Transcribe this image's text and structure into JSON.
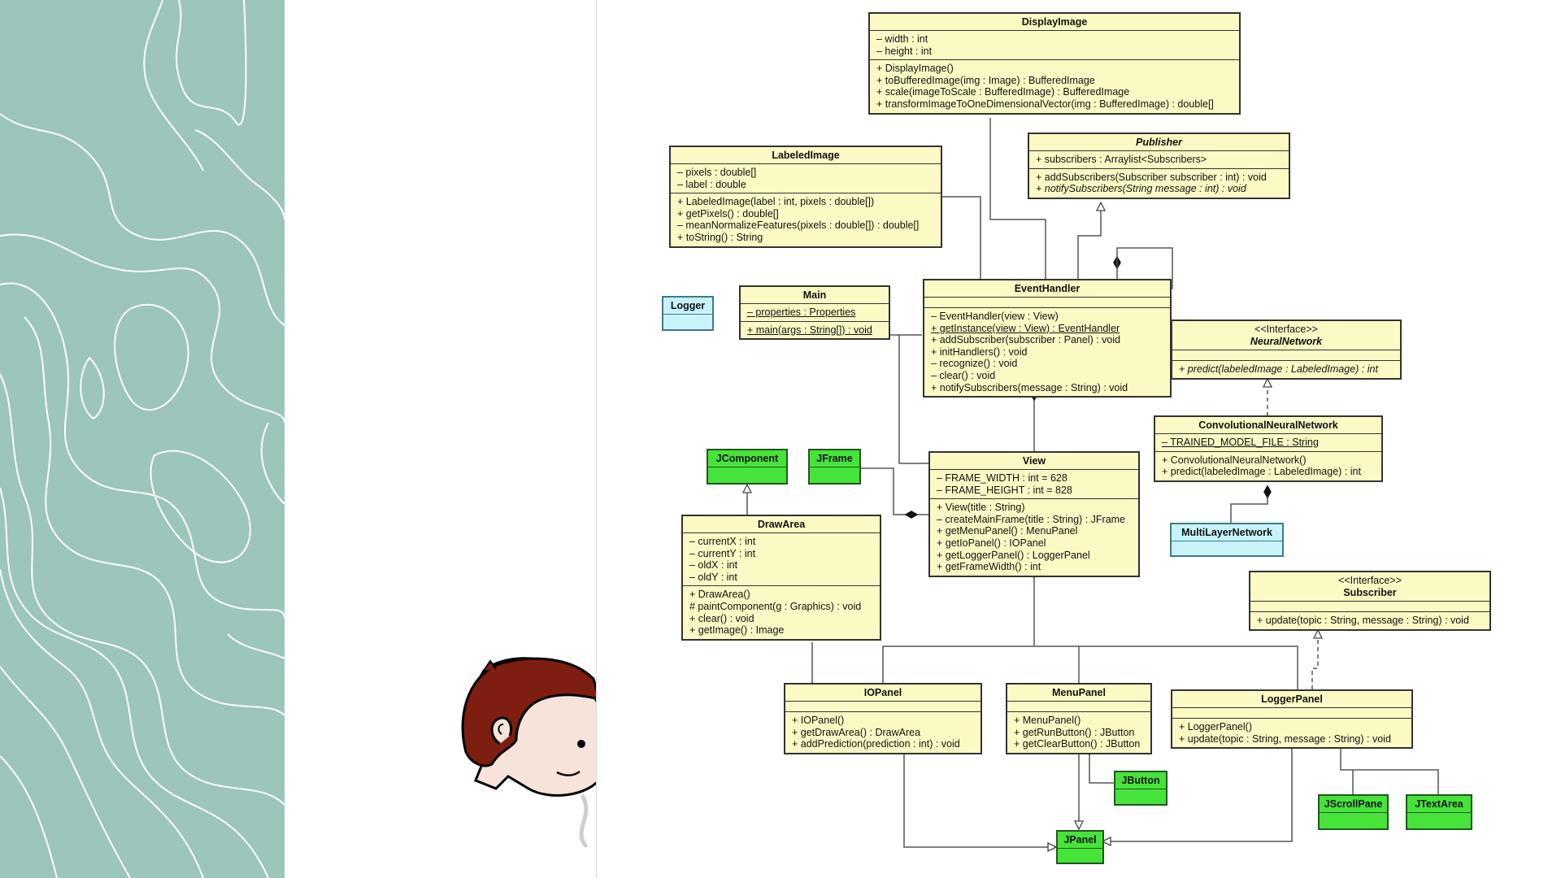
{
  "palette": {
    "class_fill": "#fcfac4",
    "external_fill": "#46e43a",
    "logger_fill": "#c9f3fb",
    "side_panel": "#9cc5bb"
  },
  "classes": {
    "displayimage": {
      "name": "DisplayImage",
      "fields": [
        "– width : int",
        "– height : int"
      ],
      "methods": [
        "+ DisplayImage()",
        "+ toBufferedImage(img : Image) : BufferedImage",
        "+ scale(imageToScale : BufferedImage) : BufferedImage",
        "+ transformImageToOneDimensionalVector(img : BufferedImage) : double[]"
      ]
    },
    "labeledimage": {
      "name": "LabeledImage",
      "fields": [
        "– pixels : double[]",
        "– label : double"
      ],
      "methods": [
        "+ LabeledImage(label : int, pixels : double[])",
        "+ getPixels() : double[]",
        "– meanNormalizeFeatures(pixels : double[]) : double[]",
        "+ toString() : String"
      ]
    },
    "publisher": {
      "name": "Publisher",
      "fields": [
        "+ subscribers : Arraylist<Subscribers>"
      ],
      "methods": [
        "+ addSubscribers(Subscriber subscriber : int) : void",
        "+ notifySubscribers(String message : int) : void"
      ]
    },
    "logger": {
      "name": "Logger"
    },
    "main": {
      "name": "Main",
      "fields": [
        "– properties : Properties"
      ],
      "methods": [
        "+ main(args : String[]) : void"
      ]
    },
    "eventhandler": {
      "name": "EventHandler",
      "methods": [
        "– EventHandler(view : View)",
        "+ getInstance(view : View) : EventHandler",
        "+ addSubscriber(subscriber : Panel) : void",
        "+ initHandlers() : void",
        "– recognize() : void",
        "– clear() : void",
        "+ notifySubscribers(message : String) : void"
      ]
    },
    "neuralnetwork": {
      "stereotype": "<<Interface>>",
      "name": "NeuralNetwork",
      "methods": [
        "+ predict(labeledImage : LabeledImage) : int"
      ]
    },
    "cnn": {
      "name": "ConvolutionalNeuralNetwork",
      "fields": [
        "– TRAINED_MODEL_FILE : String"
      ],
      "methods": [
        "+ ConvolutionalNeuralNetwork()",
        "+ predict(labeledImage : LabeledImage) : int"
      ]
    },
    "jcomponent": {
      "name": "JComponent"
    },
    "jframe": {
      "name": "JFrame"
    },
    "view": {
      "name": "View",
      "fields": [
        "– FRAME_WIDTH : int = 628",
        "– FRAME_HEIGHT : int = 828"
      ],
      "methods": [
        "+ View(title : String)",
        "– createMainFrame(title : String) : JFrame",
        "+ getMenuPanel() : MenuPanel",
        "+ getIoPanel() : IOPanel",
        "+ getLoggerPanel() : LoggerPanel",
        "+ getFrameWidth() : int"
      ]
    },
    "drawarea": {
      "name": "DrawArea",
      "fields": [
        "– currentX : int",
        "– currentY : int",
        "– oldX : int",
        "– oldY : int"
      ],
      "methods": [
        "+ DrawArea()",
        "# paintComponent(g : Graphics) : void",
        "+ clear() : void",
        "+ getImage() : Image"
      ]
    },
    "multilayer": {
      "name": "MultiLayerNetwork"
    },
    "subscriber": {
      "stereotype": "<<Interface>>",
      "name": "Subscriber",
      "methods": [
        "+ update(topic : String, message : String) : void"
      ]
    },
    "iopanel": {
      "name": "IOPanel",
      "methods": [
        "+ IOPanel()",
        "+ getDrawArea() : DrawArea",
        "+ addPrediction(prediction : int) : void"
      ]
    },
    "menupanel": {
      "name": "MenuPanel",
      "methods": [
        "+ MenuPanel()",
        "+ getRunButton() : JButton",
        "+ getClearButton() : JButton"
      ]
    },
    "loggerpanel": {
      "name": "LoggerPanel",
      "methods": [
        "+ LoggerPanel()",
        "+ update(topic : String, message : String) : void"
      ]
    },
    "jbutton": {
      "name": "JButton"
    },
    "jscrollpane": {
      "name": "JScrollPane"
    },
    "jtextarea": {
      "name": "JTextArea"
    },
    "jpanel": {
      "name": "JPanel"
    }
  }
}
